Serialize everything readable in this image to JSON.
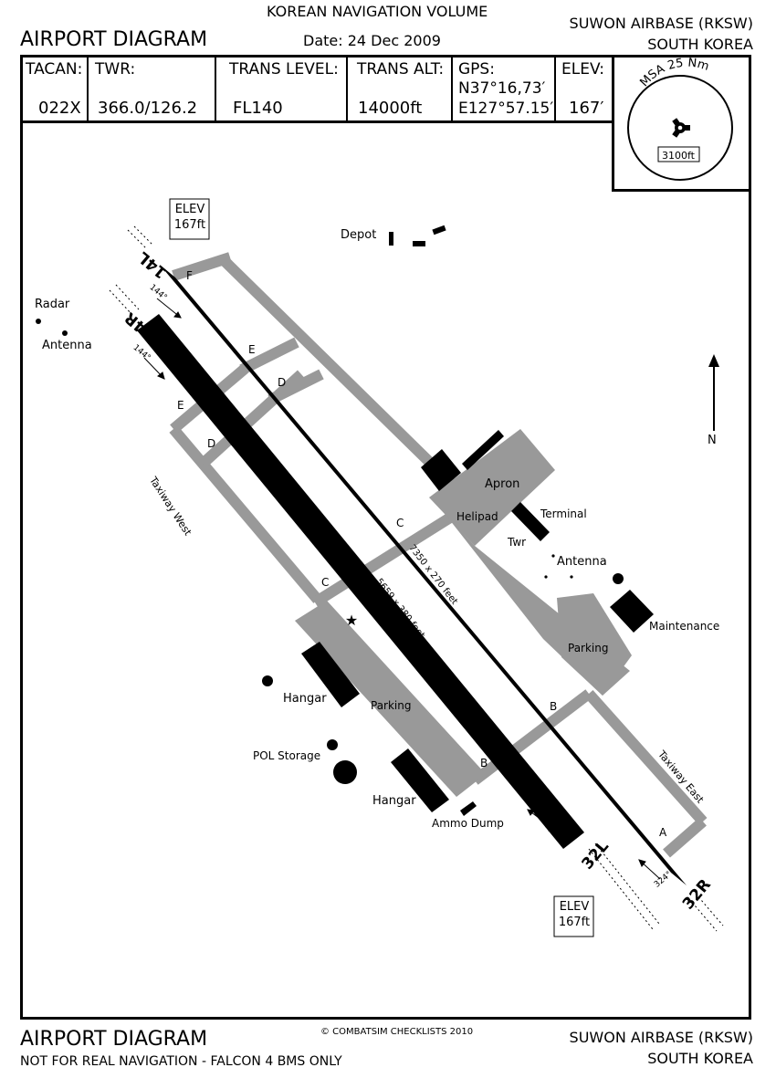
{
  "header": {
    "volume": "KOREAN NAVIGATION VOLUME",
    "title": "AIRPORT DIAGRAM",
    "date": "Date: 24 Dec 2009",
    "airport": "SUWON AIRBASE (RKSW)",
    "country": "SOUTH KOREA"
  },
  "info": {
    "tacan_label": "TACAN:",
    "tacan_value": "022X",
    "twr_label": "TWR:",
    "twr_value": "366.0/126.2",
    "trans_level_label": "TRANS LEVEL:",
    "trans_level_value": "FL140",
    "trans_alt_label": "TRANS ALT:",
    "trans_alt_value": "14000ft",
    "gps_label": "GPS:",
    "gps_lat": "N37°16,73′",
    "gps_lon": "E127°57.15′",
    "elev_label": "ELEV:",
    "elev_value": "167′",
    "msa_label": "MSA 25 Nm",
    "msa_value": "3100ft"
  },
  "map": {
    "elev_box_top": [
      "ELEV",
      "167ft"
    ],
    "elev_box_bottom": [
      "ELEV",
      "167ft"
    ],
    "runways": {
      "rwy_14L": "14L",
      "rwy_14R": "14R",
      "rwy_32L": "32L",
      "rwy_32R": "32R",
      "dim_left": "5659 x 380 feet",
      "dim_right": "7350 x 270 feet",
      "hdg_144": "144°",
      "hdg_324": "324°"
    },
    "taxiways": {
      "A": "A",
      "B": "B",
      "C": "C",
      "D": "D",
      "E": "E",
      "F": "F",
      "west": "Taxiway West",
      "east": "Taxiway East"
    },
    "labels": {
      "depot": "Depot",
      "radar": "Radar",
      "antenna_left": "Antenna",
      "apron": "Apron",
      "helipad": "Helipad",
      "terminal": "Terminal",
      "twr": "Twr",
      "antenna_right": "Antenna",
      "maintenance": "Maintenance",
      "parking_right": "Parking",
      "parking_left": "Parking",
      "hangar_top": "Hangar",
      "hangar_bottom": "Hangar",
      "pol": "POL Storage",
      "ammo": "Ammo Dump",
      "north": "N"
    },
    "colors": {
      "taxiway": "#999999",
      "runway": "#000000"
    }
  },
  "footer": {
    "title": "AIRPORT DIAGRAM",
    "disclaimer": "NOT FOR REAL NAVIGATION - FALCON 4 BMS ONLY",
    "copyright": "© COMBATSIM CHECKLISTS 2010",
    "airport": "SUWON AIRBASE (RKSW)",
    "country": "SOUTH KOREA"
  }
}
